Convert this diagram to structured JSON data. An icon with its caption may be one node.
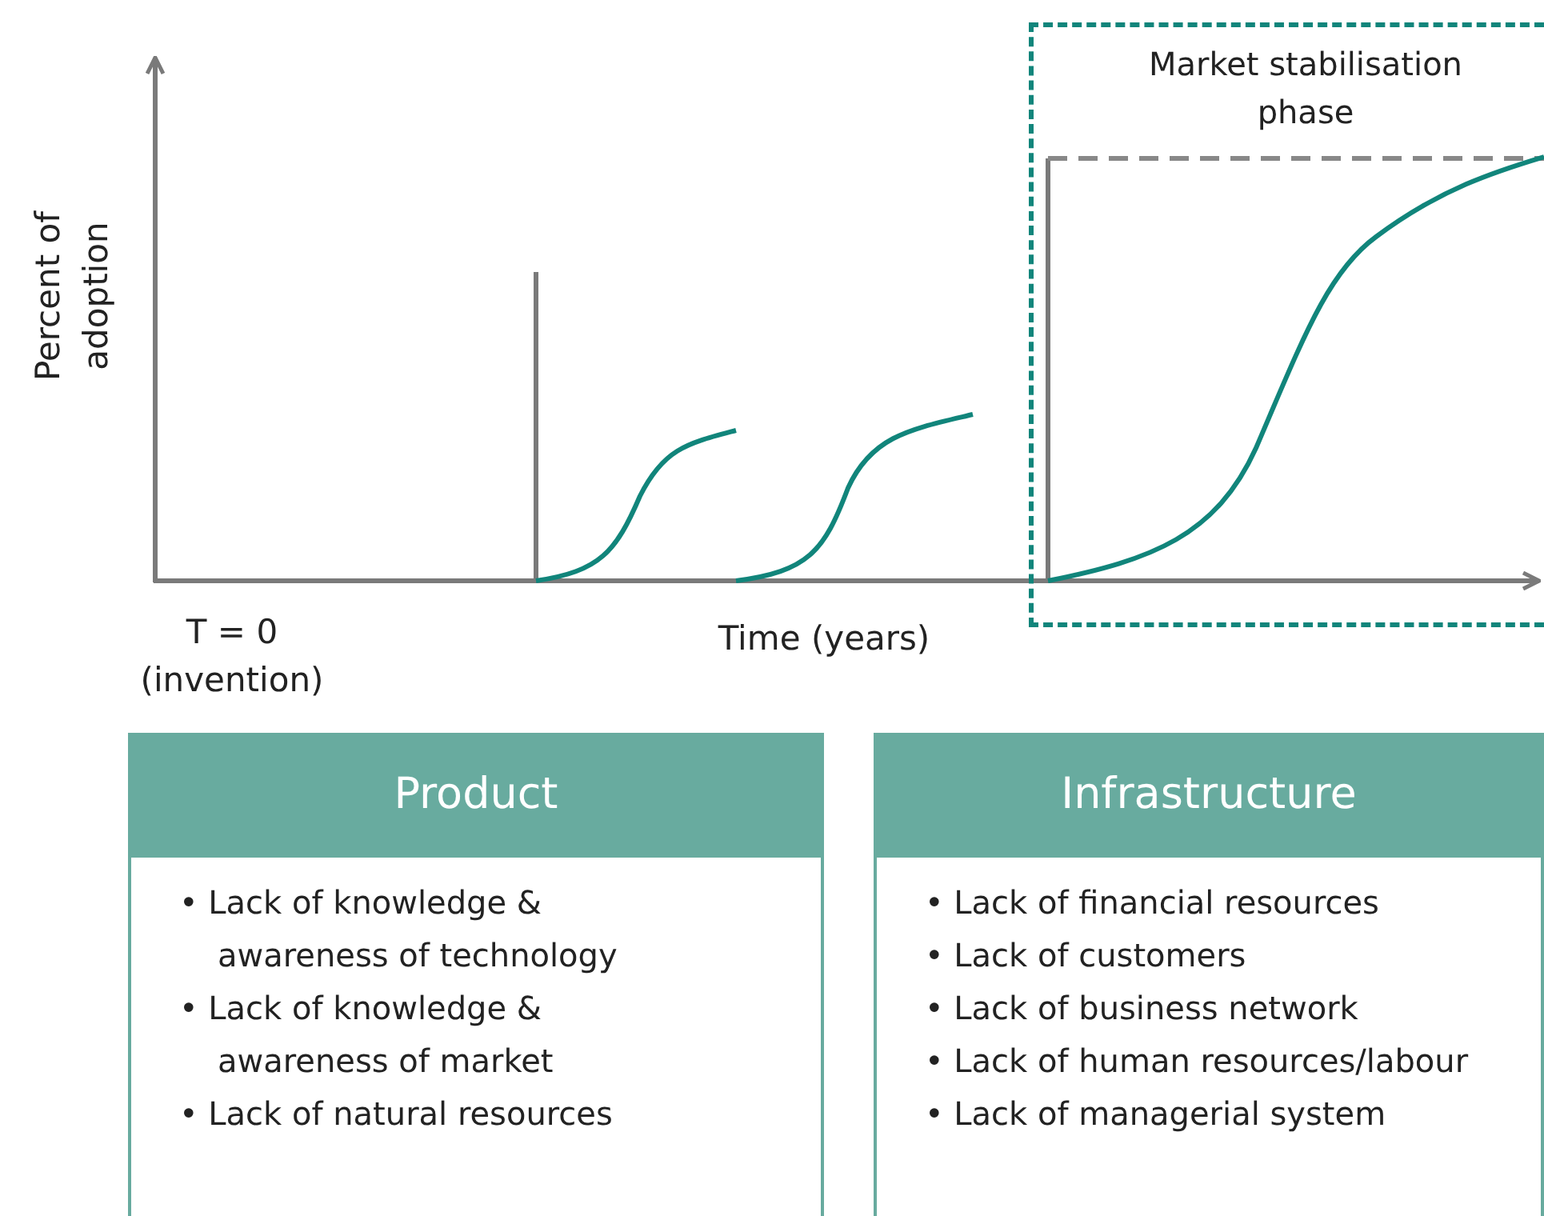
{
  "diagram": {
    "nodes": [
      {
        "text": [
          "Market stabilisation phase"
        ]
      },
      {
        "text": [
          "Product",
          "• Lack of knowledge & awareness of technology",
          "• Lack of knowledge & awareness of market",
          "• Lack of natural resources"
        ]
      },
      {
        "text": [
          "Infrastructure",
          "• Lack of financial resources",
          "• Lack of customers",
          "• Lack of business network",
          "• Lack of human resources/labour",
          "• Lack of managerial system"
        ]
      }
    ],
    "labels": [
      "Percent of adoption",
      "T = 0 (invention)",
      "Time (years)"
    ]
  }
}
